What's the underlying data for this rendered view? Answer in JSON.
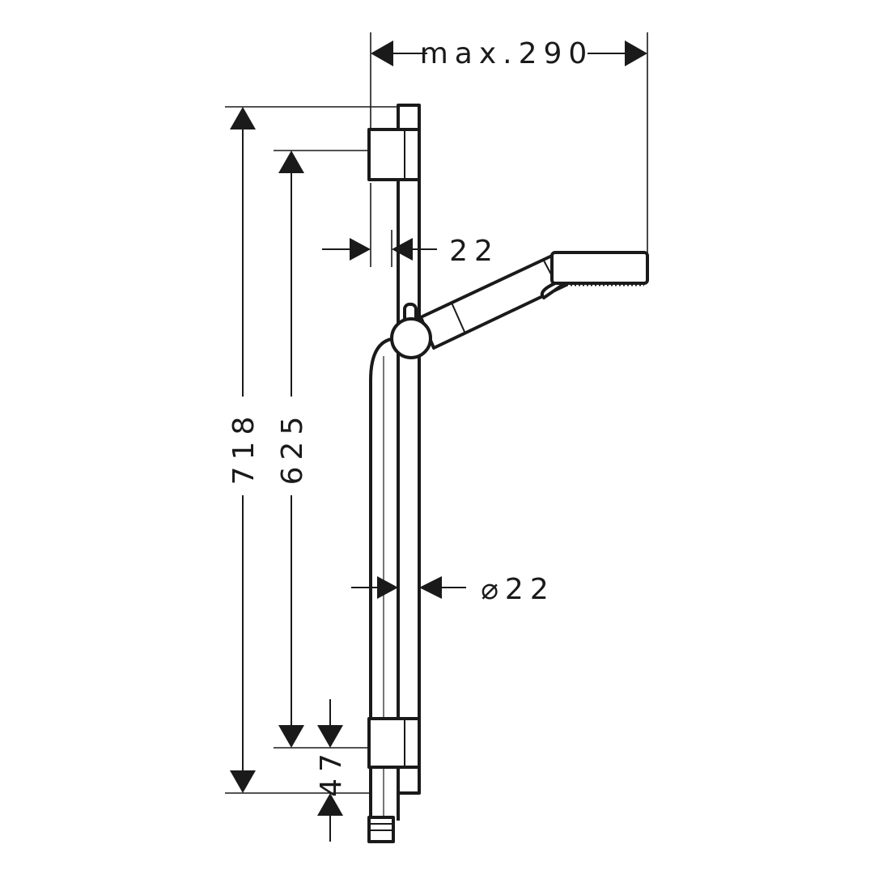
{
  "dimensions": {
    "width_max": "max.290",
    "bracket_offset": "22",
    "rail_diameter": "⌀22",
    "total_height": "718",
    "bracket_spacing": "625",
    "bottom_offset": "47"
  },
  "colors": {
    "line": "#1a1a1a",
    "background": "#ffffff"
  }
}
